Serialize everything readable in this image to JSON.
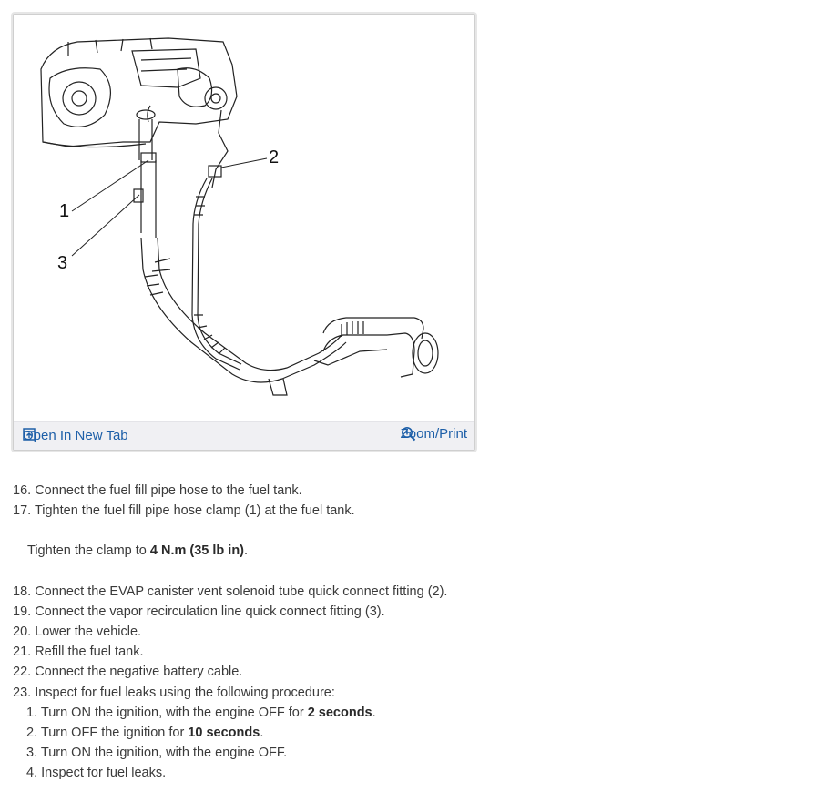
{
  "figure": {
    "callouts": [
      "1",
      "2",
      "3"
    ],
    "open_tab_label": "Open In New Tab",
    "zoom_label": "Zoom/Print",
    "icons": [
      "open-in-new-tab-icon",
      "zoom-icon"
    ],
    "link_color": "#1d5fa8"
  },
  "steps": [
    {
      "num": "16.",
      "text": "Connect the fuel fill pipe hose to the fuel tank."
    },
    {
      "num": "17.",
      "text": "Tighten the fuel fill pipe hose clamp (1) at the fuel tank."
    }
  ],
  "note": {
    "pre": "Tighten the clamp to ",
    "bold": "4 N.m (35 lb in)",
    "post": "."
  },
  "steps2": [
    {
      "num": "18.",
      "text": "Connect the EVAP canister vent solenoid tube quick connect fitting (2)."
    },
    {
      "num": "19.",
      "text": "Connect the vapor recirculation line quick connect fitting (3)."
    },
    {
      "num": "20.",
      "text": "Lower the vehicle."
    },
    {
      "num": "21.",
      "text": "Refill the fuel tank."
    },
    {
      "num": "22.",
      "text": "Connect the negative battery cable."
    },
    {
      "num": "23.",
      "text": "Inspect for fuel leaks using the following procedure:"
    }
  ],
  "substeps": [
    {
      "num": "1.",
      "pre": "Turn ON the ignition, with the engine OFF for ",
      "bold": "2 seconds",
      "post": "."
    },
    {
      "num": "2.",
      "pre": "Turn OFF the ignition for ",
      "bold": "10 seconds",
      "post": "."
    },
    {
      "num": "3.",
      "pre": "Turn ON the ignition, with the engine OFF.",
      "bold": "",
      "post": ""
    },
    {
      "num": "4.",
      "pre": "Inspect for fuel leaks.",
      "bold": "",
      "post": ""
    }
  ]
}
